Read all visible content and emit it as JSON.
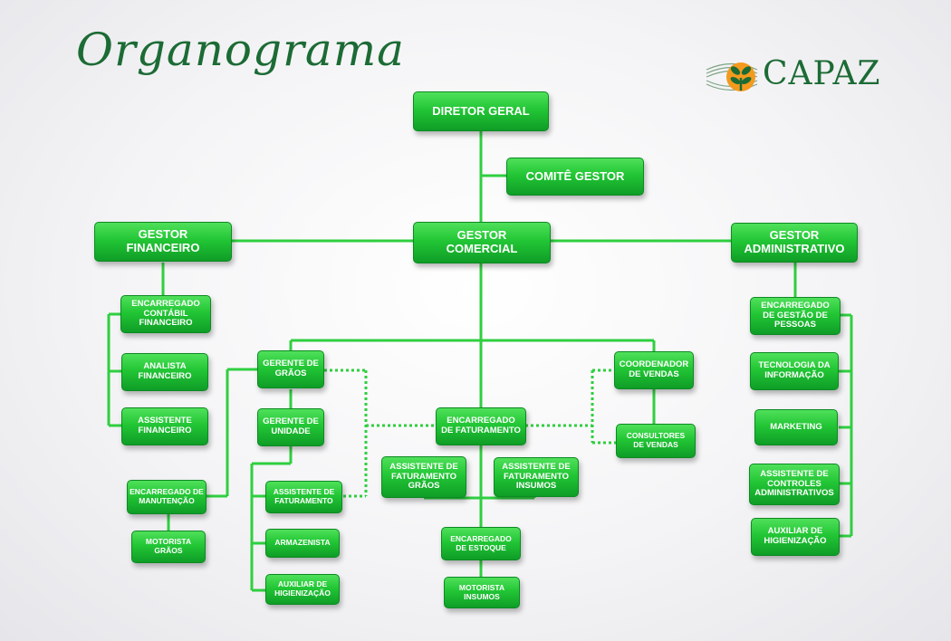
{
  "title": "Organograma",
  "logo": {
    "name": "CAPAZ",
    "icon": "capaz-leaf-logo-icon"
  },
  "colors": {
    "box": "#22c635",
    "line": "#2fcf3f",
    "title": "#1c6b35",
    "logo_orange": "#f39a1e"
  },
  "nodes": {
    "diretor_geral": "DIRETOR GERAL",
    "comite_gestor": "COMITÊ GESTOR",
    "gestor_financeiro": "GESTOR FINANCEIRO",
    "gestor_comercial": "GESTOR COMERCIAL",
    "gestor_administrativo": "GESTOR ADMINISTRATIVO",
    "encarregado_contabil": "ENCARREGADO CONTÁBIL FINANCEIRO",
    "analista_financeiro": "ANALISTA FINANCEIRO",
    "assistente_financeiro": "ASSISTENTE FINANCEIRO",
    "encarregado_manutencao": "ENCARREGADO DE MANUTENÇÃO",
    "motorista_graos": "MOTORISTA GRÃOS",
    "gerente_graos": "GERENTE DE GRÃOS",
    "gerente_unidade": "GERENTE DE UNIDADE",
    "assistente_faturamento": "ASSISTENTE DE FATURAMENTO",
    "armazenista": "ARMAZENISTA",
    "auxiliar_higienizacao_1": "AUXILIAR DE HIGIENIZAÇÃO",
    "encarregado_faturamento": "ENCARREGADO DE FATURAMENTO",
    "assistente_fat_graos": "ASSISTENTE DE FATURAMENTO GRÃOS",
    "assistente_fat_insumos": "ASSISTENTE DE FATURAMENTO INSUMOS",
    "encarregado_estoque": "ENCARREGADO DE ESTOQUE",
    "motorista_insumos": "MOTORISTA INSUMOS",
    "coordenador_vendas": "COORDENADOR DE VENDAS",
    "consultores_vendas": "CONSULTORES DE VENDAS",
    "encarregado_gestao_pessoas": "ENCARREGADO DE GESTÃO DE PESSOAS",
    "tecnologia_informacao": "TECNOLOGIA DA INFORMAÇÃO",
    "marketing": "MARKETING",
    "assistente_controles": "ASSISTENTE DE CONTROLES ADMINISTRATIVOS",
    "auxiliar_higienizacao_2": "AUXILIAR DE HIGIENIZAÇÃO"
  }
}
